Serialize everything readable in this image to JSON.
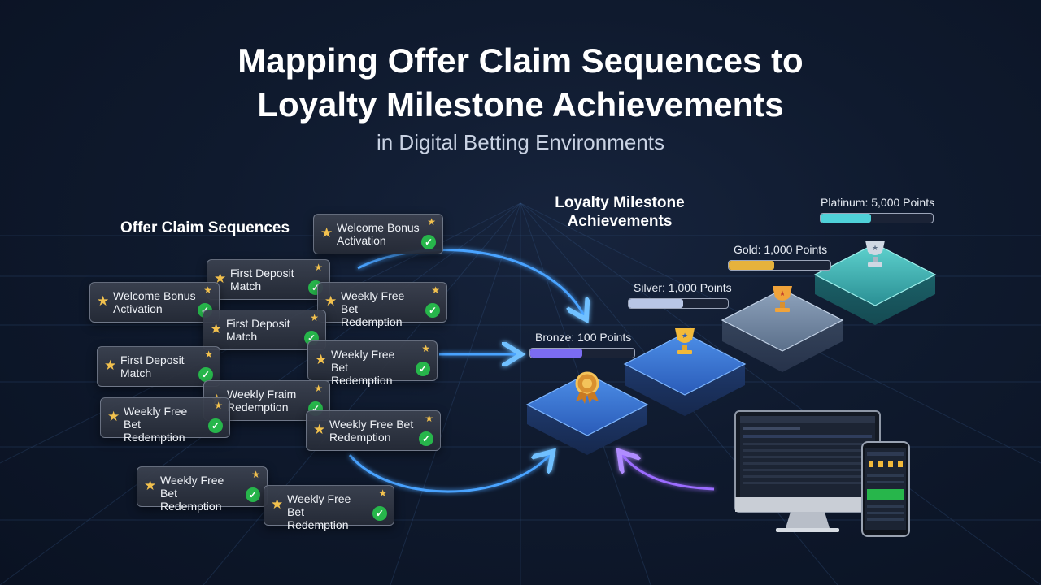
{
  "title_line1": "Mapping Offer Claim Sequences to",
  "title_line2": "Loyalty Milestone Achievements",
  "subtitle": "in Digital Betting Environments",
  "sections": {
    "left": "Offer Claim Sequences",
    "right_line1": "Loyalty Milestone",
    "right_line2": "Achievements"
  },
  "icons": {
    "card_star": "star-icon",
    "card_check": "check-icon",
    "bronze": "medal-icon",
    "silver": "trophy-icon",
    "gold": "trophy-icon",
    "platinum": "trophy-icon"
  },
  "cards": [
    {
      "text": "Welcome Bonus\nActivation"
    },
    {
      "text": "First Deposit\nMatch"
    },
    {
      "text": "Welcome Bonus\nActivation"
    },
    {
      "text": "Weekly Free Bet\nRedemption"
    },
    {
      "text": "First Deposit\nMatch"
    },
    {
      "text": "Weekly Free Bet\nRedemption"
    },
    {
      "text": "First Deposit\nMatch"
    },
    {
      "text": "Weekly Fraim\nRedemption"
    },
    {
      "text": "Weekly Free Bet\nRedemption"
    },
    {
      "text": "Weekly Free Bet\nRedemption"
    },
    {
      "text": "Weekly Free Bet\nRedemption"
    },
    {
      "text": "Weekly Free Bet\nRedemption"
    }
  ],
  "milestones": [
    {
      "label": "Bronze: 100 Points",
      "progress": 0.5,
      "color": "#7b6cf2"
    },
    {
      "label": "Silver: 1,000 Points",
      "progress": 0.55,
      "color": "#b8c6e6"
    },
    {
      "label": "Gold: 1,000 Points",
      "progress": 0.45,
      "color": "#e6b23c"
    },
    {
      "label": "Platinum: 5,000 Points",
      "progress": 0.45,
      "color": "#4fd1d9"
    }
  ],
  "colors": {
    "arrow": "#4aa3ff",
    "arrow_purple": "#9b6cff",
    "platform_blue": "#2f6fd6",
    "platform_teal": "#2fb8b8",
    "check_green": "#27b64b"
  }
}
